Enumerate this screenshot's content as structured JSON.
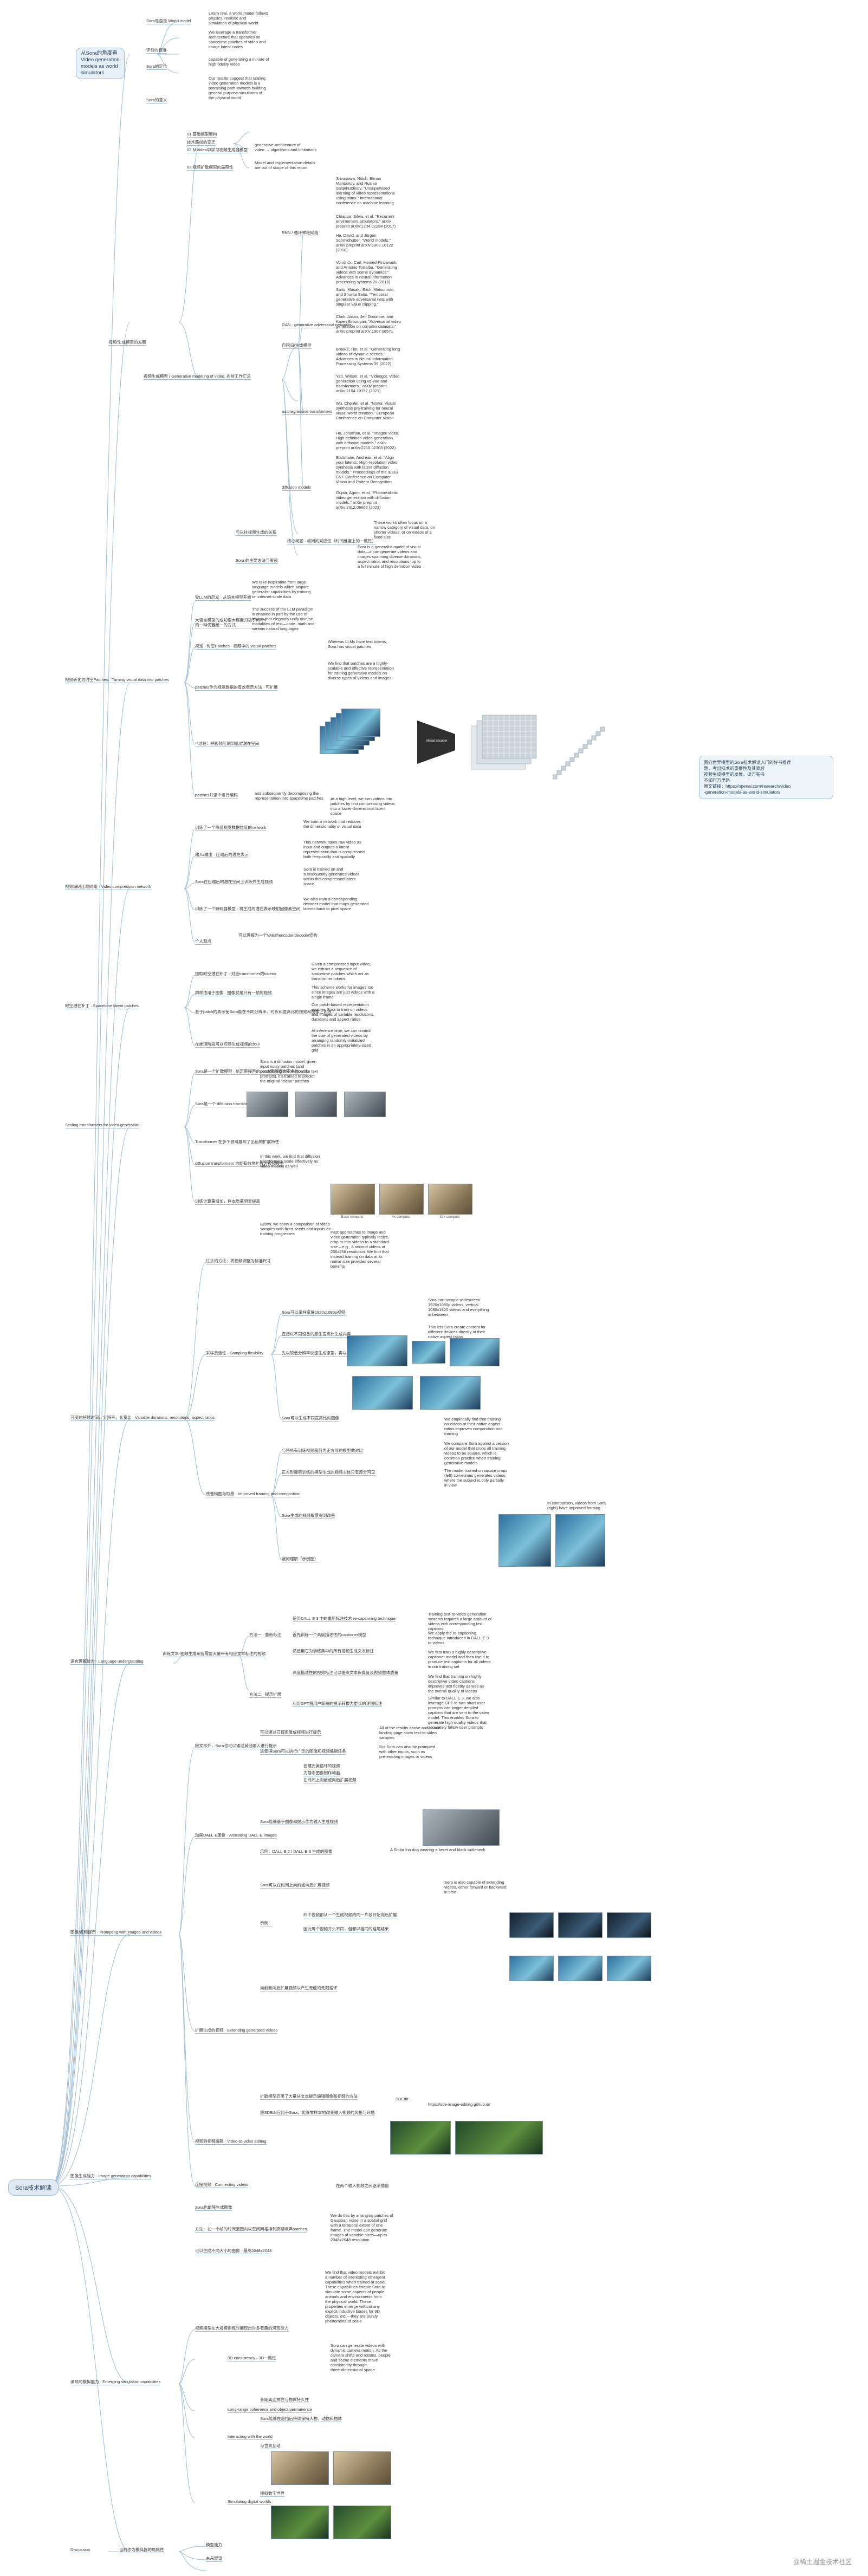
{
  "root": "Sora技术解读",
  "intro": {
    "title": "从Sora的角度看\nVideo generation\nmodels as world\nsimulators",
    "items": [
      {
        "label": "Sora是否是 World model",
        "note": "Learn real, a world model follows\nphysics, realistic and\nsimulation of physical world"
      },
      {
        "label": "评价的标准",
        "note": "We leverage a transformer\narchitecture that operates on\nspacetime patches of video and\nimage latent codes"
      },
      {
        "label": "Sora的定位",
        "note": "capable of generating a minute of\nhigh fidelity video"
      },
      {
        "label": "Sora的意义",
        "note": "Our results suggest that scaling\nvideo generation models is a\npromising path towards building\ngeneral purpose simulators of\nthe physical world"
      }
    ]
  },
  "summary_box": "面向世界模型的Sora技术解读入门的好书推荐\n题，考出技术的重要性及其背后\n视频生成模型的发展，读万卷书\n不如行万里路\n原文链接：https://openai.com/research/video\n-generation-models-as-world-simulators",
  "sections": [
    {
      "id": "s1",
      "title": "视频/生成模型的发展"
    },
    {
      "id": "s2",
      "title": "视频转化为时空Patches · Turning visual data into patches"
    },
    {
      "id": "s3",
      "title": "视频编码压缩网络 · Video compression network"
    },
    {
      "id": "s4",
      "title": "时空潜在补丁 · Spacetime latent patches"
    },
    {
      "id": "s5",
      "title": "Scaling transformers for video generation"
    },
    {
      "id": "s6",
      "title": "可变的持续时间、分辨率、长宽比 · Variable durations, resolutions, aspect ratios"
    },
    {
      "id": "s7",
      "title": "语言理解能力 · Language understanding"
    },
    {
      "id": "s8",
      "title": "图像/视频提示 · Prompting with images and videos"
    },
    {
      "id": "s9",
      "title": "图像生成能力 · Image generation capabilities"
    },
    {
      "id": "s10",
      "title": "涌现的模拟能力 · Emerging simulation capabilities"
    },
    {
      "id": "s11",
      "title": "Discussion"
    }
  ],
  "s1_items": {
    "a": "技术路线的变迁",
    "a1": "01 基础模型架构",
    "a2": "02 从Video中学习视频生成器模型",
    "a2_note": "generative architecture of\nvideo → algorithms and limitations",
    "a3": "03 视频扩散模型的局限性",
    "a3_note": "Model and implementation details\nare out of scope of this report",
    "b": "视频生成模型 / Generative modeling of video: 先前工作汇总",
    "b1": "自回归/生成模型",
    "b2": "RNN / 循环神经网络",
    "b3": "GAN · generative adversarial networks",
    "b4": "autoregressive transformers",
    "b5": "diffusion models",
    "b6": "与以往视频生成的关系",
    "b7": "核心问题 · 帧间的对应性（时间维度上的一致性）",
    "b8": "Sora 的主要方法与贡献",
    "notes": [
      "Srivastava, Nitish, Elman\nMansimov, and Ruslan\nSalakhutdinov. \"Unsupervised\nlearning of video representations\nusing lstms.\" International\nconference on machine learning",
      "Chiappa, Silvia, et al. \"Recurrent\nenvironment simulators.\" arXiv\npreprint arXiv:1704.02254 (2017)",
      "Ha, David, and Jürgen\nSchmidhuber. \"World models.\"\narXiv preprint arXiv:1803.10122\n(2018)",
      "Vondrick, Carl, Hamed Pirsiavash,\nand Antonio Torralba. \"Generating\nvideos with scene dynamics.\"\nAdvances in neural information\nprocessing systems 29 (2016)",
      "Saito, Masaki, Eiichi Matsumoto,\nand Shunta Saito. \"Temporal\ngenerative adversarial nets with\nsingular value clipping.\"",
      "Clark, Aidan, Jeff Donahue, and\nKaren Simonyan. \"Adversarial video\ngeneration on complex datasets.\"\narXiv preprint arXiv:1907.06571",
      "Brooks, Tim, et al. \"Generating long\nvideos of dynamic scenes.\"\nAdvances in Neural Information\nProcessing Systems 35 (2022)",
      "Yan, Wilson, et al. \"Videogpt: Video\ngeneration using vq-vae and\ntransformers.\" arXiv preprint\narXiv:2104.10157 (2021)",
      "Wu, Chenfei, et al. \"Nüwa: Visual\nsynthesis pre-training for neural\nvisual world creation.\" European\nConference on Computer Vision",
      "Ho, Jonathan, et al. \"Imagen video:\nHigh definition video generation\nwith diffusion models.\" arXiv\npreprint arXiv:2210.02303 (2022)",
      "Blattmann, Andreas, et al. \"Align\nyour latents: High-resolution video\nsynthesis with latent diffusion\nmodels.\" Proceedings of the IEEE/\nCVF Conference on Computer\nVision and Pattern Recognition",
      "Gupta, Agrim, et al. \"Photorealistic\nvideo generation with diffusion\nmodels.\" arXiv preprint\narXiv:2312.06662 (2023)"
    ],
    "b7_note": "These works often focus on a\nnarrow category of visual data, on\nshorter videos, or on videos of a\nfixed size",
    "b8_note": "Sora is a generalist model of visual\ndata—it can generate videos and\nimages spanning diverse durations,\naspect ratios and resolutions, up to\na full minute of high definition video"
  },
  "s2_items": {
    "a": "受LLM的启发 · 从语言模型开始",
    "b": "大语言模型的成功很大程度归功于token\n的一种优雅统一的方式",
    "b_note": "We take inspiration from large\nlanguage models which acquire\ngeneralist capabilities by training\non internet-scale data",
    "c": "视觉 · 时空Patches · 视频中的 visual patches",
    "c_note": "The success of the LLM paradigm\nis enabled in part by the use of\ntokens that elegantly unify diverse\nmodalities of text—code, math and\nvarious natural languages",
    "d": "patches作为视觉数据的有效表示方法 · 可扩展",
    "d_note": "Whereas LLMs have text tokens,\nSora has visual patches",
    "d2_note": "We find that patches are a highly-\nscalable and effective representation\nfor training generative models on\ndiverse types of videos and images",
    "e": "**过程：把视频压缩到低维潜在空间",
    "e_note": "At a high level, we turn videos into\npatches by first compressing videos\ninto a lower-dimensional latent\nspace",
    "fig_label": "Visual encoder",
    "f": "patches并逐个进行编码",
    "f_note": "and subsequently decomposing the\nrepresentation into spacetime patches"
  },
  "s3_items": {
    "a": "训练了一个降低视觉数据维度的network",
    "a_note": "We train a network that reduces\nthe dimensionality of visual data",
    "b": "输入/输出 · 压缩后的潜在表示",
    "b_note": "This network takes raw video as\ninput and outputs a latent\nrepresentation that is compressed\nboth temporally and spatially",
    "c": "Sora在压缩后的潜在空间上训练并生成视频",
    "c_note": "Sora is trained on and\nsubsequently generates videos\nwithin this compressed latent\nspace",
    "d": "训练了一个解码器模型 · 将生成的潜在表示映射回像素空间",
    "d_note": "We also train a corresponding\ndecoder model that maps generated\nlatents back to pixel space",
    "e": "个人观点",
    "e_note": "可以理解为一个VAE的encoder/decoder结构"
  },
  "s4_items": {
    "a": "提取时空潜在补丁 · 对应transformer的tokens",
    "a_note": "Given a compressed input video,\nwe extract a sequence of\nspacetime patches which act as\ntransformer tokens",
    "b": "同样适用于图像 · 图像就是只有一帧的视频",
    "b_note": "This scheme works for images too\nsince images are just videos with a\nsingle frame",
    "c": "基于patch的表示使Sora能在不同分辨率、时长和宽高比的视频和图像上训练",
    "c_note": "Our patch-based representation\nenables Sora to train on videos\nand images of variable resolutions,\ndurations and aspect ratios",
    "d": "在推理阶段可以控制生成视频的大小",
    "d_note": "At inference time, we can control\nthe size of generated videos by\narranging randomly-initialized\npatches in an appropriately-sized\ngrid"
  },
  "s5_items": {
    "a": "Sora是一个扩散模型 · 给定带噪声的patch预测原始干净的patch",
    "a_note": "Sora is a diffusion model; given\ninput noisy patches (and\nconditioning information like text\nprompts), it's trained to predict\nthe original \"clean\" patches",
    "b": "Sora是一个 diffusion transformer",
    "c": "Transformer 在多个领域展现了出色的扩展特性",
    "d": "diffusion transformers 也能有效地扩展为视频模型",
    "d_note": "In this work, we find that diffusion\ntransformers scale effectively as\nvideo models as well",
    "e": "训练计算量增加，样本质量明显提高",
    "e_note": "Below, we show a comparison of video\nsamples with fixed seeds and inputs as\ntraining progresses",
    "captions": [
      "Base compute",
      "4x compute",
      "32x compute"
    ]
  },
  "s6_items": {
    "intro_note": "Past approaches to image and\nvideo generation typically resize,\ncrop or trim videos to a standard\nsize – e.g., 4 second videos at\n256x256 resolution. We find that\ninstead training on data at its\nnative size provides several\nbenefits",
    "a": "过去的方法：将视频调整为标准尺寸",
    "b": "采样灵活性 · Sampling flexibility",
    "b1": "Sora可以采样宽屏1920x1080p视频",
    "b1_note": "Sora can sample widescreen\n1920x1080p videos, vertical\n1080x1920 videos and everything\nin between",
    "b2": "直接以不同设备的原生宽高比生成内容",
    "b2_note": "This lets Sora create content for\ndifferent devices directly at their\nnative aspect ratios",
    "b3": "先以较低分辨率快速生成原型，再以全分辨率生成",
    "b4": "Sora可以生成不同宽高比的图像",
    "c": "改善构图与取景 · Improved framing and composition",
    "c_note": "We empirically find that training\non videos at their native aspect\nratios improves composition and\nframing",
    "c1": "与将所有训练视频裁剪为正方形的模型做对比",
    "c1_note": "We compare Sora against a version\nof our model that crops all training\nvideos to be square, which is\ncommon practice when training\ngenerative models",
    "c2": "正方形裁剪训练的模型生成的视频主体只有部分可见",
    "c2_note": "The model trained on square crops\n(left) sometimes generates videos\nwhere the subject is only partially\nin view",
    "c3": "Sora生成的视频取景得到改善",
    "c3_note": "In comparison, videos from Sora\n(right) have improved framing",
    "c4": "我的理解（示例图）"
  },
  "s7_items": {
    "a": "训练文本-视频生成系统需要大量带有相应文本标注的视频",
    "b": "方法一 · 重新标注",
    "b1": "使用DALL·E 3 中的重新标注技术 re-captioning technique",
    "b1_note": "Training text-to-video generation\nsystems requires a large amount of\nvideos with corresponding text\ncaptions",
    "b2": "首先训练一个高度描述性的captioner模型",
    "b2_note": "We apply the re-captioning\ntechnique introduced in DALL·E 3\nto videos",
    "b3": "然后用它为训练集中的所有视频生成文本标注",
    "b3_note": "We first train a highly descriptive\ncaptioner model and then use it to\nproduce text captions for all videos\nin our training set",
    "b4": "高度描述性的视频标注可以提高文本保真度及视频整体质量",
    "b4_note": "We find that training on highly\ndescriptive video captions\nimproves text fidelity as well as\nthe overall quality of videos",
    "c": "方法二 · 提示扩展",
    "c1": "利用GPT将用户简短的提示转换为更长的详细标注",
    "c1_note": "Similar to DALL·E 3, we also\nleverage GPT to turn short user\nprompts into longer detailed\ncaptions that are sent to the video\nmodel. This enables Sora to\ngenerate high quality videos that\naccurately follow user prompts"
  },
  "s8_items": {
    "a": "除文本外，Sora也可以通过其他输入进行提示",
    "a1": "可以通过已有图像或视频进行提示",
    "a1_note": "All of the results above and in our\nlanding page show text-to-video\nsamples",
    "a2": "这使得Sora可以执行广泛的图像和视频编辑任务",
    "a2_note": "But Sora can also be prompted\nwith other inputs, such as\npre-existing images or videos",
    "a3": "创建完美循环的视频",
    "a4": "为静态图像制作动画",
    "a5": "在时间上向前或向后扩展视频",
    "b": "动画DALL·E图像 · Animating DALL·E images",
    "b1": "Sora能够基于图像和提示作为输入生成视频",
    "b2": "示例：DALL·E 2 / DALL·E 3 生成的图像",
    "b2_note": "A Shiba Inu dog wearing a beret and black turtleneck",
    "c": "扩展生成的视频 · Extending generated videos",
    "c1": "Sora可以在时间上向前或向后扩展视频",
    "c1_note": "Sora is also capable of extending\nvideos, either forward or backward\nin time",
    "c2": "示例：",
    "c2a": "四个视频都从一个生成视频的同一片段开始向后扩展",
    "c2b": "因此每个视频开头不同，但都以相同的结尾结束",
    "c3": "向前和向后扩展视频以产生无缝的无限循环",
    "d": "视频到视频编辑 · Video-to-video editing",
    "d1": "扩散模型启用了大量从文本提示编辑图像和视频的方法",
    "d1_note": "SDEdit",
    "d2": "将SDEdit应用于Sora，能够零样本地改变输入视频的风格与环境",
    "d2_note": "https://sde-image-editing.github.io/",
    "e": "连接视频 · Connecting videos",
    "e_note": "在两个输入视频之间逐渐插值"
  },
  "s9_items": {
    "a": "Sora也能够生成图像",
    "b": "方法：在一个帧的时间范围内以空间网格排列高斯噪声patches",
    "b_note": "We do this by arranging patches of\nGaussian noise in a spatial grid\nwith a temporal extent of one\nframe. The model can generate\nimages of variable sizes—up to\n2048x2048 resolution",
    "c": "可以生成不同大小的图像 · 最高2048x2048"
  },
  "s10_items": {
    "a": "视频模型在大规模训练时展现出许多有趣的涌现能力",
    "a_note": "We find that video models exhibit\na number of interesting emergent\ncapabilities when trained at scale.\nThese capabilities enable Sora to\nsimulate some aspects of people,\nanimals and environments from\nthe physical world. These\nproperties emerge without any\nexplicit inductive biases for 3D,\nobjects, etc.—they are purely\nphenomena of scale",
    "b": "3D consistency · 3D一致性",
    "b_note": "Sora can generate videos with\ndynamic camera motion. As the\ncamera shifts and rotates, people\nand scene elements move\nconsistently through\nthree-dimensional space",
    "c": "Long-range coherence and object permanence",
    "c1": "长距离连贯性与物体持久性",
    "c2": "Sora能够在遮挡后持续保持人物、动物和物体",
    "d": "Interacting with the world",
    "d1": "与世界互动",
    "e": "Simulating digital worlds",
    "e1": "模拟数字世界"
  },
  "s11_items": {
    "a": "当前作为模拟器的局限性",
    "b": "模型能力",
    "c": "未来展望"
  },
  "watermark": "@稀土掘金技术社区"
}
